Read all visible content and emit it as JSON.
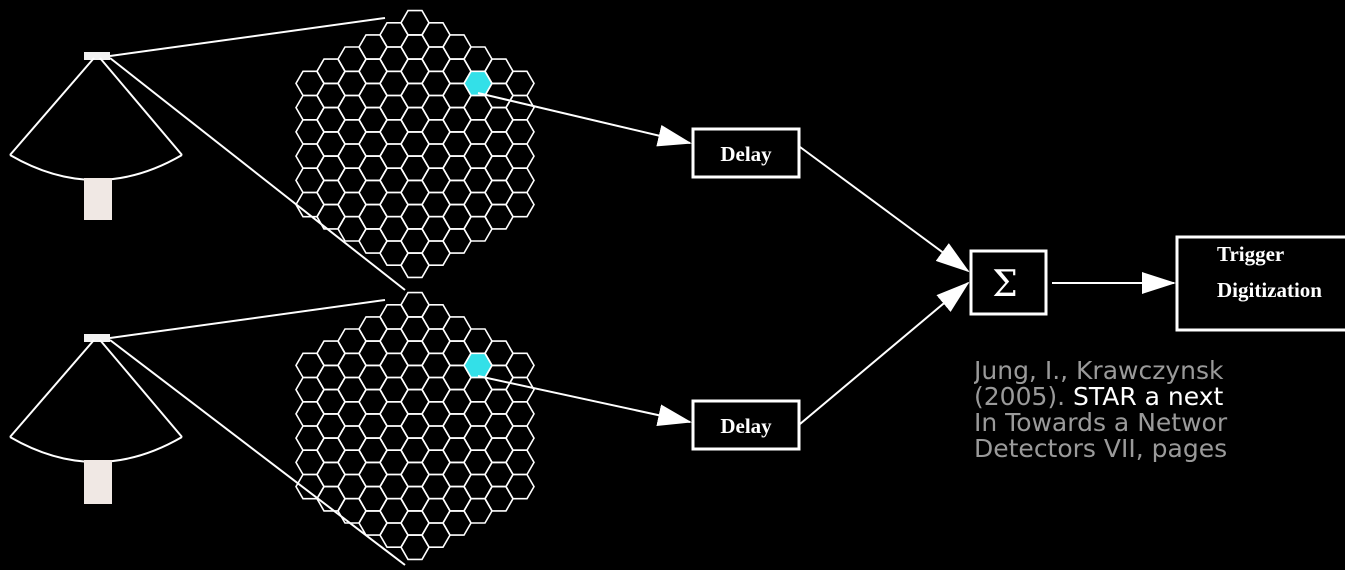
{
  "diagram": {
    "boxes": {
      "delay_top": "Delay",
      "delay_bottom": "Delay",
      "sum_symbol": "Σ",
      "trigger_line1": "Trigger",
      "trigger_line2": "Digitization"
    }
  },
  "citation": {
    "line1": "Jung, I., Krawczynsk",
    "line2_prefix": "(2005). ",
    "line2_highlight": "STAR a next",
    "line3": "In Towards a Networ",
    "line4": "Detectors VII, pages"
  },
  "colors": {
    "background": "#000000",
    "stroke": "#ffffff",
    "pixel_hit": "#33e0e8",
    "citation_grey": "#9a9a9a",
    "citation_white": "#ffffff"
  }
}
